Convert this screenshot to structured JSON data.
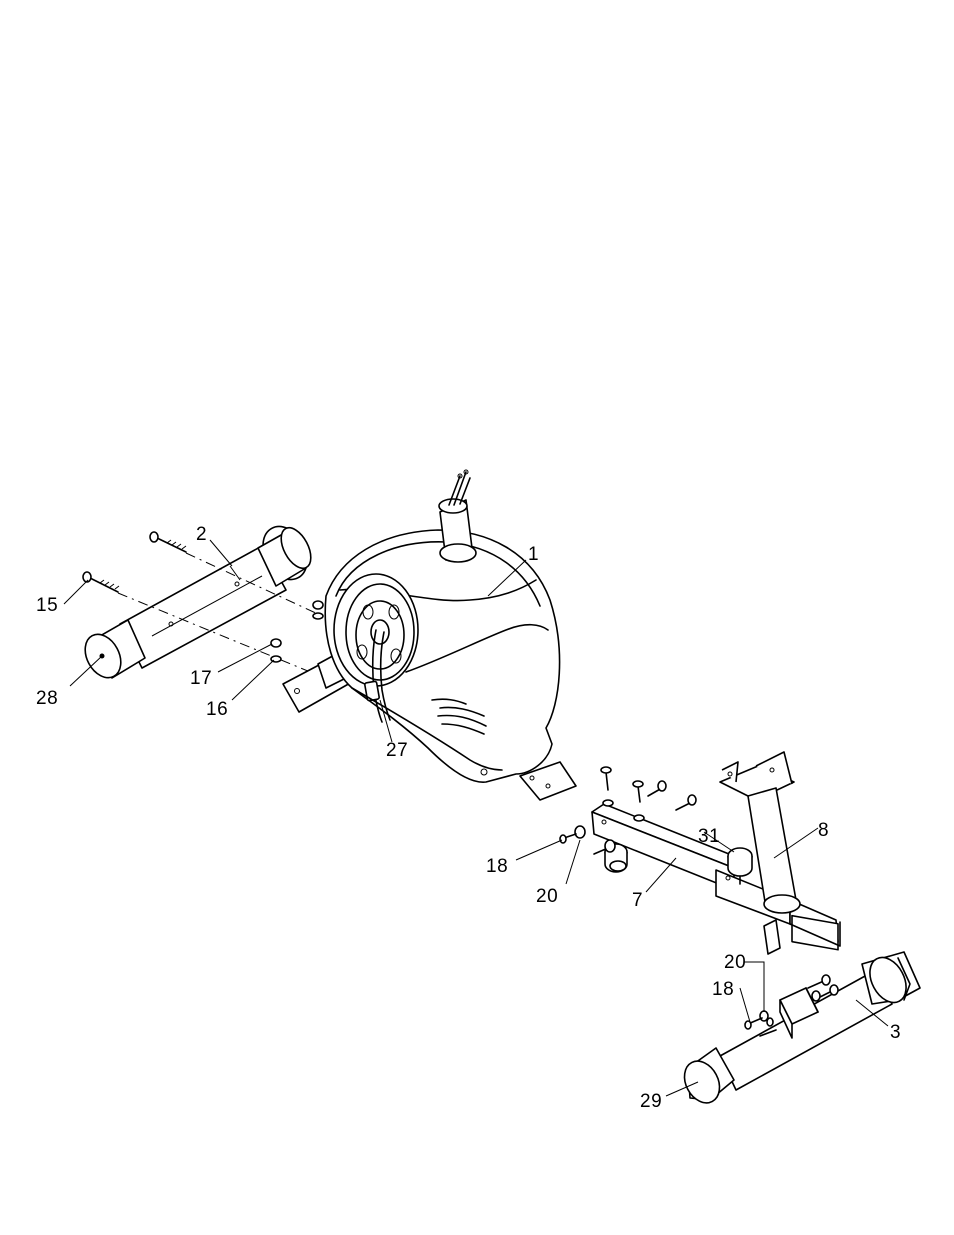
{
  "callouts": {
    "c1": "1",
    "c2": "2",
    "c3": "3",
    "c7": "7",
    "c8": "8",
    "c15": "15",
    "c16": "16",
    "c17": "17",
    "c18a": "18",
    "c18b": "18",
    "c20a": "20",
    "c20b": "20",
    "c27": "27",
    "c28": "28",
    "c29": "29",
    "c31": "31"
  }
}
